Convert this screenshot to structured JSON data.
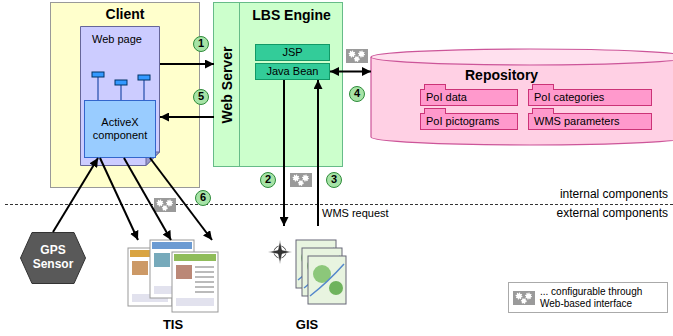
{
  "diagram": {
    "nodes": [
      {
        "text": [
          "Client"
        ]
      },
      {
        "text": [
          "Web page"
        ],
        "in": 0
      },
      {
        "text": [
          "ActiveX component"
        ],
        "in": 1
      },
      {
        "text": [
          "LBS Engine"
        ]
      },
      {
        "text": [
          "Web Server"
        ],
        "in": 3
      },
      {
        "text": [
          "JSP"
        ],
        "in": 3
      },
      {
        "text": [
          "Java Bean"
        ],
        "in": 3
      },
      {
        "text": [
          "Repository"
        ]
      },
      {
        "text": [
          "PoI data"
        ],
        "in": 7
      },
      {
        "text": [
          "PoI categories"
        ],
        "in": 7
      },
      {
        "text": [
          "PoI pictograms"
        ],
        "in": 7
      },
      {
        "text": [
          "WMS parameters"
        ],
        "in": 7
      },
      {
        "text": [
          "GPS Sensor"
        ]
      },
      {
        "text": [
          "TIS"
        ]
      },
      {
        "text": [
          "GIS"
        ]
      }
    ],
    "edges": [
      {
        "from": 1,
        "to": 4,
        "arrow": "to"
      },
      {
        "from": 4,
        "to": 1,
        "arrow": "to"
      },
      {
        "from": 6,
        "to": 14,
        "arrow": "to"
      },
      {
        "from": 14,
        "to": 6,
        "arrow": "to"
      },
      {
        "from": 6,
        "to": 7,
        "arrow": "both"
      },
      {
        "from": 12,
        "to": 2,
        "arrow": "to"
      },
      {
        "from": 2,
        "to": 13,
        "arrow": "to"
      },
      {
        "from": 2,
        "to": 13,
        "arrow": "to"
      },
      {
        "from": 2,
        "to": 13,
        "arrow": "to"
      }
    ],
    "labels": [
      "1",
      "2",
      "3",
      "4",
      "5",
      "6",
      "WMS request",
      "internal components",
      "external components"
    ],
    "legend": [
      {
        "text": "... configurable through Web-based interface"
      }
    ]
  }
}
